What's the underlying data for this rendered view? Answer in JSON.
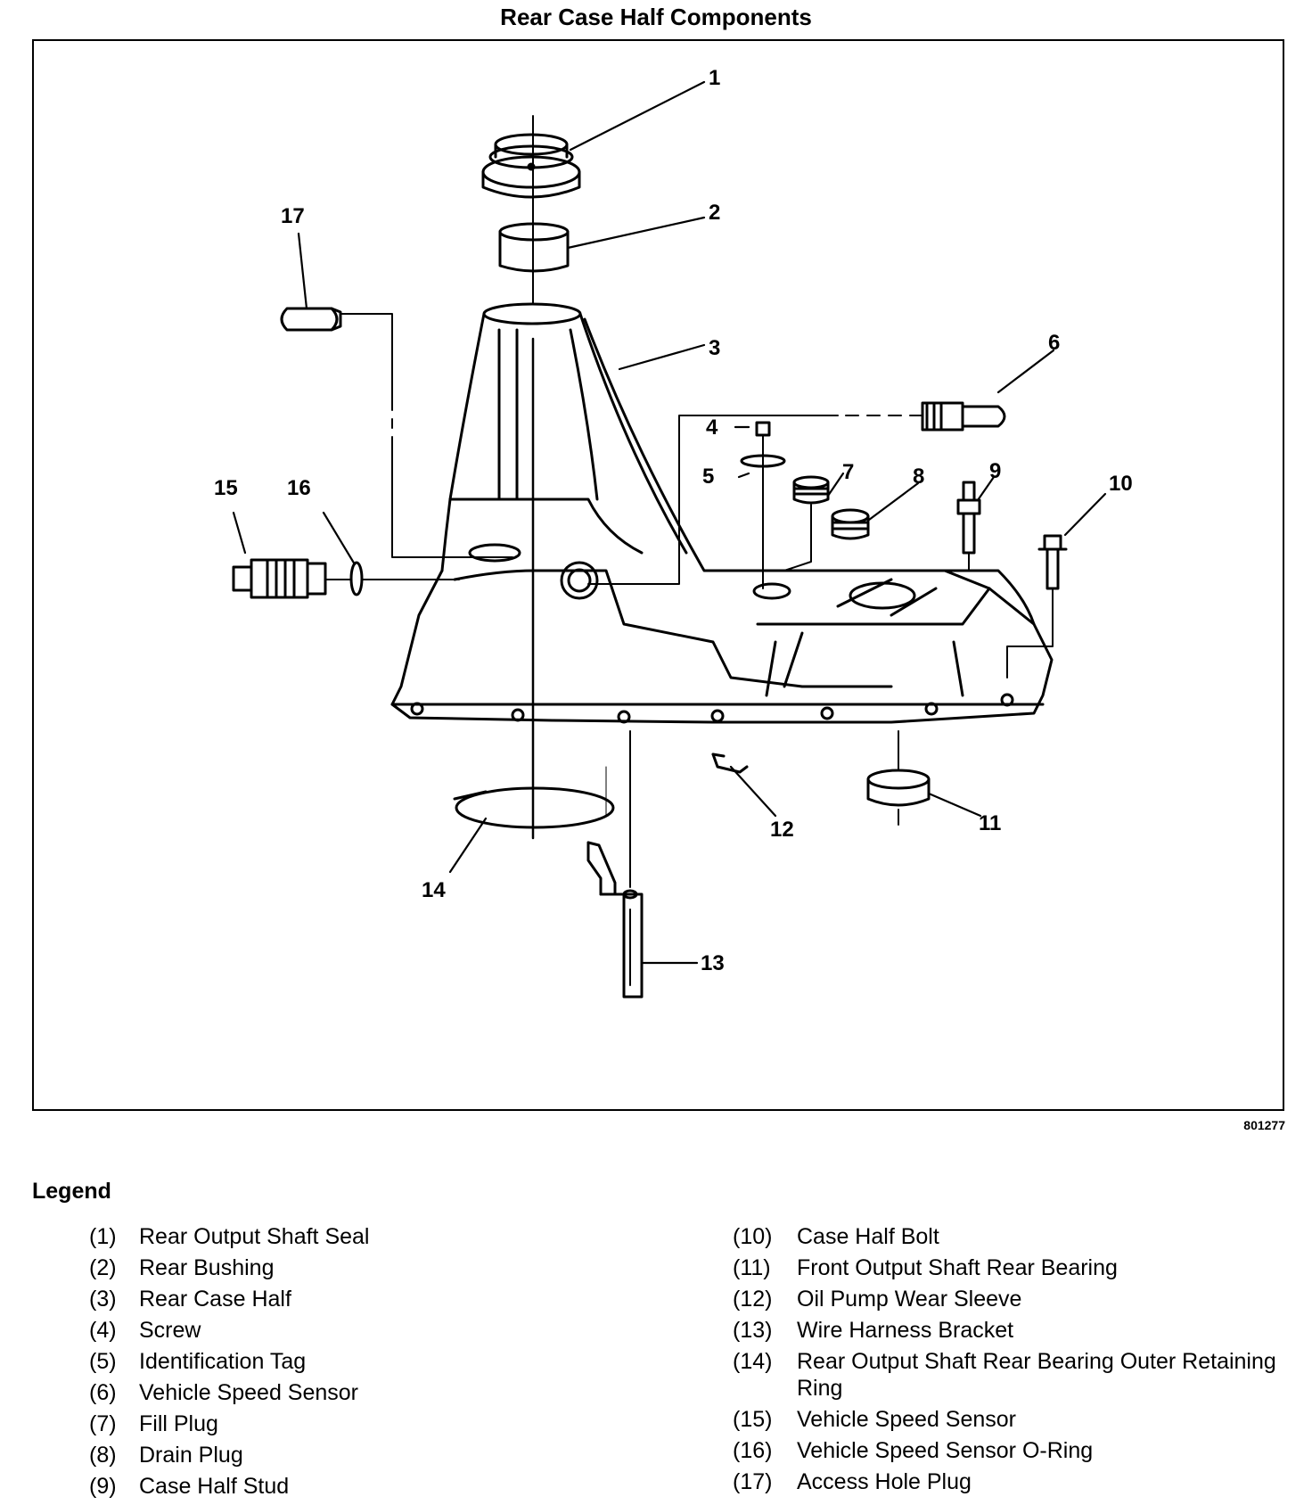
{
  "title": "Rear Case Half Components",
  "figure_id": "801277",
  "callouts": [
    "1",
    "2",
    "3",
    "4",
    "5",
    "6",
    "7",
    "8",
    "9",
    "10",
    "11",
    "12",
    "13",
    "14",
    "15",
    "16",
    "17"
  ],
  "legend": {
    "heading": "Legend",
    "left": [
      {
        "num": "(1)",
        "label": "Rear Output Shaft Seal"
      },
      {
        "num": "(2)",
        "label": "Rear Bushing"
      },
      {
        "num": "(3)",
        "label": "Rear Case Half"
      },
      {
        "num": "(4)",
        "label": "Screw"
      },
      {
        "num": "(5)",
        "label": "Identification Tag"
      },
      {
        "num": "(6)",
        "label": "Vehicle Speed Sensor"
      },
      {
        "num": "(7)",
        "label": "Fill Plug"
      },
      {
        "num": "(8)",
        "label": "Drain Plug"
      },
      {
        "num": "(9)",
        "label": "Case Half Stud"
      }
    ],
    "right": [
      {
        "num": "(10)",
        "label": "Case Half Bolt"
      },
      {
        "num": "(11)",
        "label": "Front Output Shaft Rear Bearing"
      },
      {
        "num": "(12)",
        "label": "Oil Pump Wear Sleeve"
      },
      {
        "num": "(13)",
        "label": "Wire Harness Bracket"
      },
      {
        "num": "(14)",
        "label": "Rear Output Shaft Rear Bearing Outer Retaining Ring"
      },
      {
        "num": "(15)",
        "label": "Vehicle Speed Sensor"
      },
      {
        "num": "(16)",
        "label": "Vehicle Speed Sensor O-Ring"
      },
      {
        "num": "(17)",
        "label": "Access Hole Plug"
      }
    ]
  }
}
